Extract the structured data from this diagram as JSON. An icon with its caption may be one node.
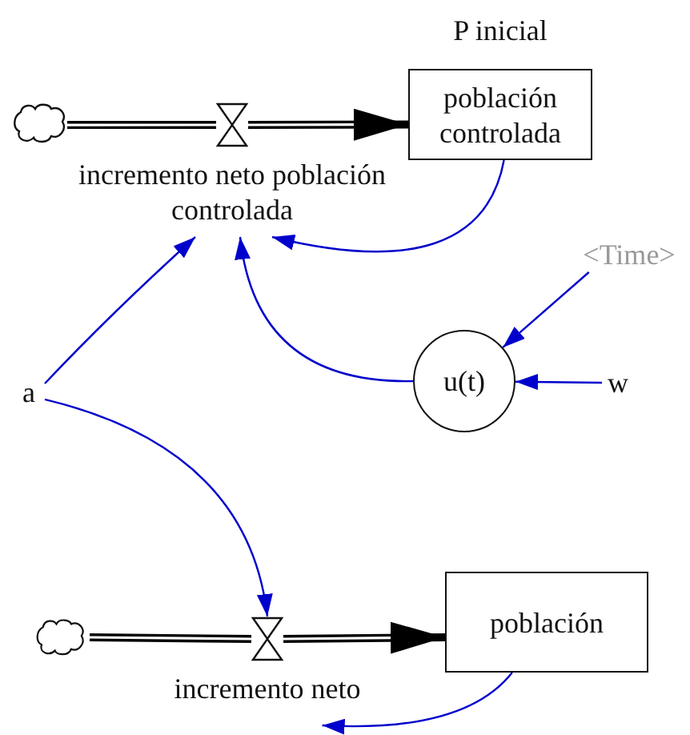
{
  "diagram": {
    "nodes": [
      {
        "text": [],
        "shape": "cloud"
      },
      {
        "text": [
          "población controlada"
        ],
        "beside": [
          "P inicial"
        ]
      },
      {
        "text": [
          "incremento neto población controlada"
        ]
      },
      {
        "text": [
          "<Time>"
        ]
      },
      {
        "text": [
          "u(t)"
        ]
      },
      {
        "text": [
          "w"
        ]
      },
      {
        "text": [
          "a"
        ]
      },
      {
        "text": [],
        "shape": "cloud"
      },
      {
        "text": [
          "incremento neto"
        ]
      },
      {
        "text": [
          "población"
        ]
      }
    ],
    "edges": [
      {
        "from": 0,
        "to": 2,
        "arrow": "none",
        "style": "thick",
        "color": "#000000"
      },
      {
        "from": 2,
        "to": 1,
        "arrow": "to",
        "style": "thick",
        "color": "#000000"
      },
      {
        "from": 1,
        "to": 2,
        "arrow": "to"
      },
      {
        "from": 6,
        "to": 2,
        "arrow": "to"
      },
      {
        "from": 4,
        "to": 2,
        "arrow": "to"
      },
      {
        "from": 3,
        "to": 4,
        "arrow": "to"
      },
      {
        "from": 5,
        "to": 4,
        "arrow": "to"
      },
      {
        "from": 6,
        "to": 8,
        "arrow": "to"
      },
      {
        "from": 7,
        "to": 8,
        "arrow": "none",
        "style": "thick",
        "color": "#000000"
      },
      {
        "from": 8,
        "to": 9,
        "arrow": "to",
        "style": "thick",
        "color": "#000000"
      },
      {
        "from": 9,
        "to": 8,
        "arrow": "to"
      }
    ]
  }
}
